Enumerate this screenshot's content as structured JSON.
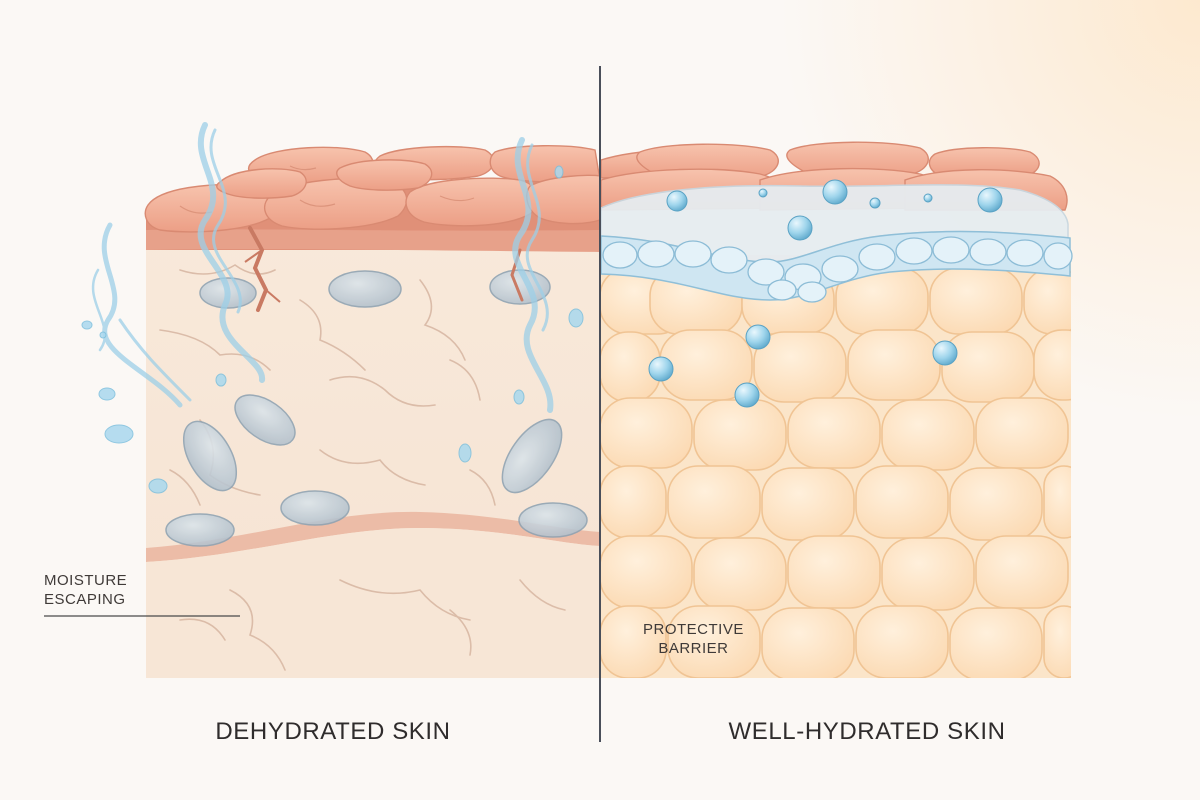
{
  "labels": {
    "moisture_escaping": "MOISTURE\nESCAPING",
    "protective_barrier": "PROTECTIVE\nBARRIER"
  },
  "captions": {
    "left": "DEHYDRATED SKIN",
    "right": "WELL-HYDRATED SKIN"
  },
  "colors": {
    "background": "#fbf8f5",
    "skin_top": "#f2b29c",
    "skin_top_dark": "#e08e78",
    "dermis_dry": "#f6e4d2",
    "cell_hydrated": "#fbdcb6",
    "water": "#8ecbe6",
    "divider": "#4a4f5a"
  }
}
